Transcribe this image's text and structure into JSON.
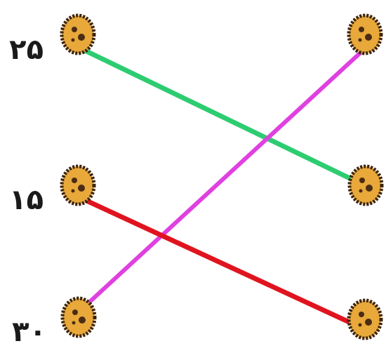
{
  "labels": {
    "top": "۲۵",
    "middle": "۱۵",
    "bottom": "۳۰"
  },
  "nodes": {
    "left": [
      "circle-left-1",
      "circle-left-2",
      "circle-left-3"
    ],
    "right": [
      "circle-right-1",
      "circle-right-2",
      "circle-right-3"
    ]
  },
  "connections": [
    {
      "from": "left-1",
      "to": "right-2",
      "color": "#2ecc71"
    },
    {
      "from": "left-3",
      "to": "right-1",
      "color": "#e040e0"
    },
    {
      "from": "left-2",
      "to": "right-3",
      "color": "#e0141e"
    }
  ],
  "colors": {
    "circle_fill": "#e8a83a",
    "circle_outline": "#3a2410",
    "circle_dots": "#4a2c12",
    "text": "#1a1a1a"
  }
}
